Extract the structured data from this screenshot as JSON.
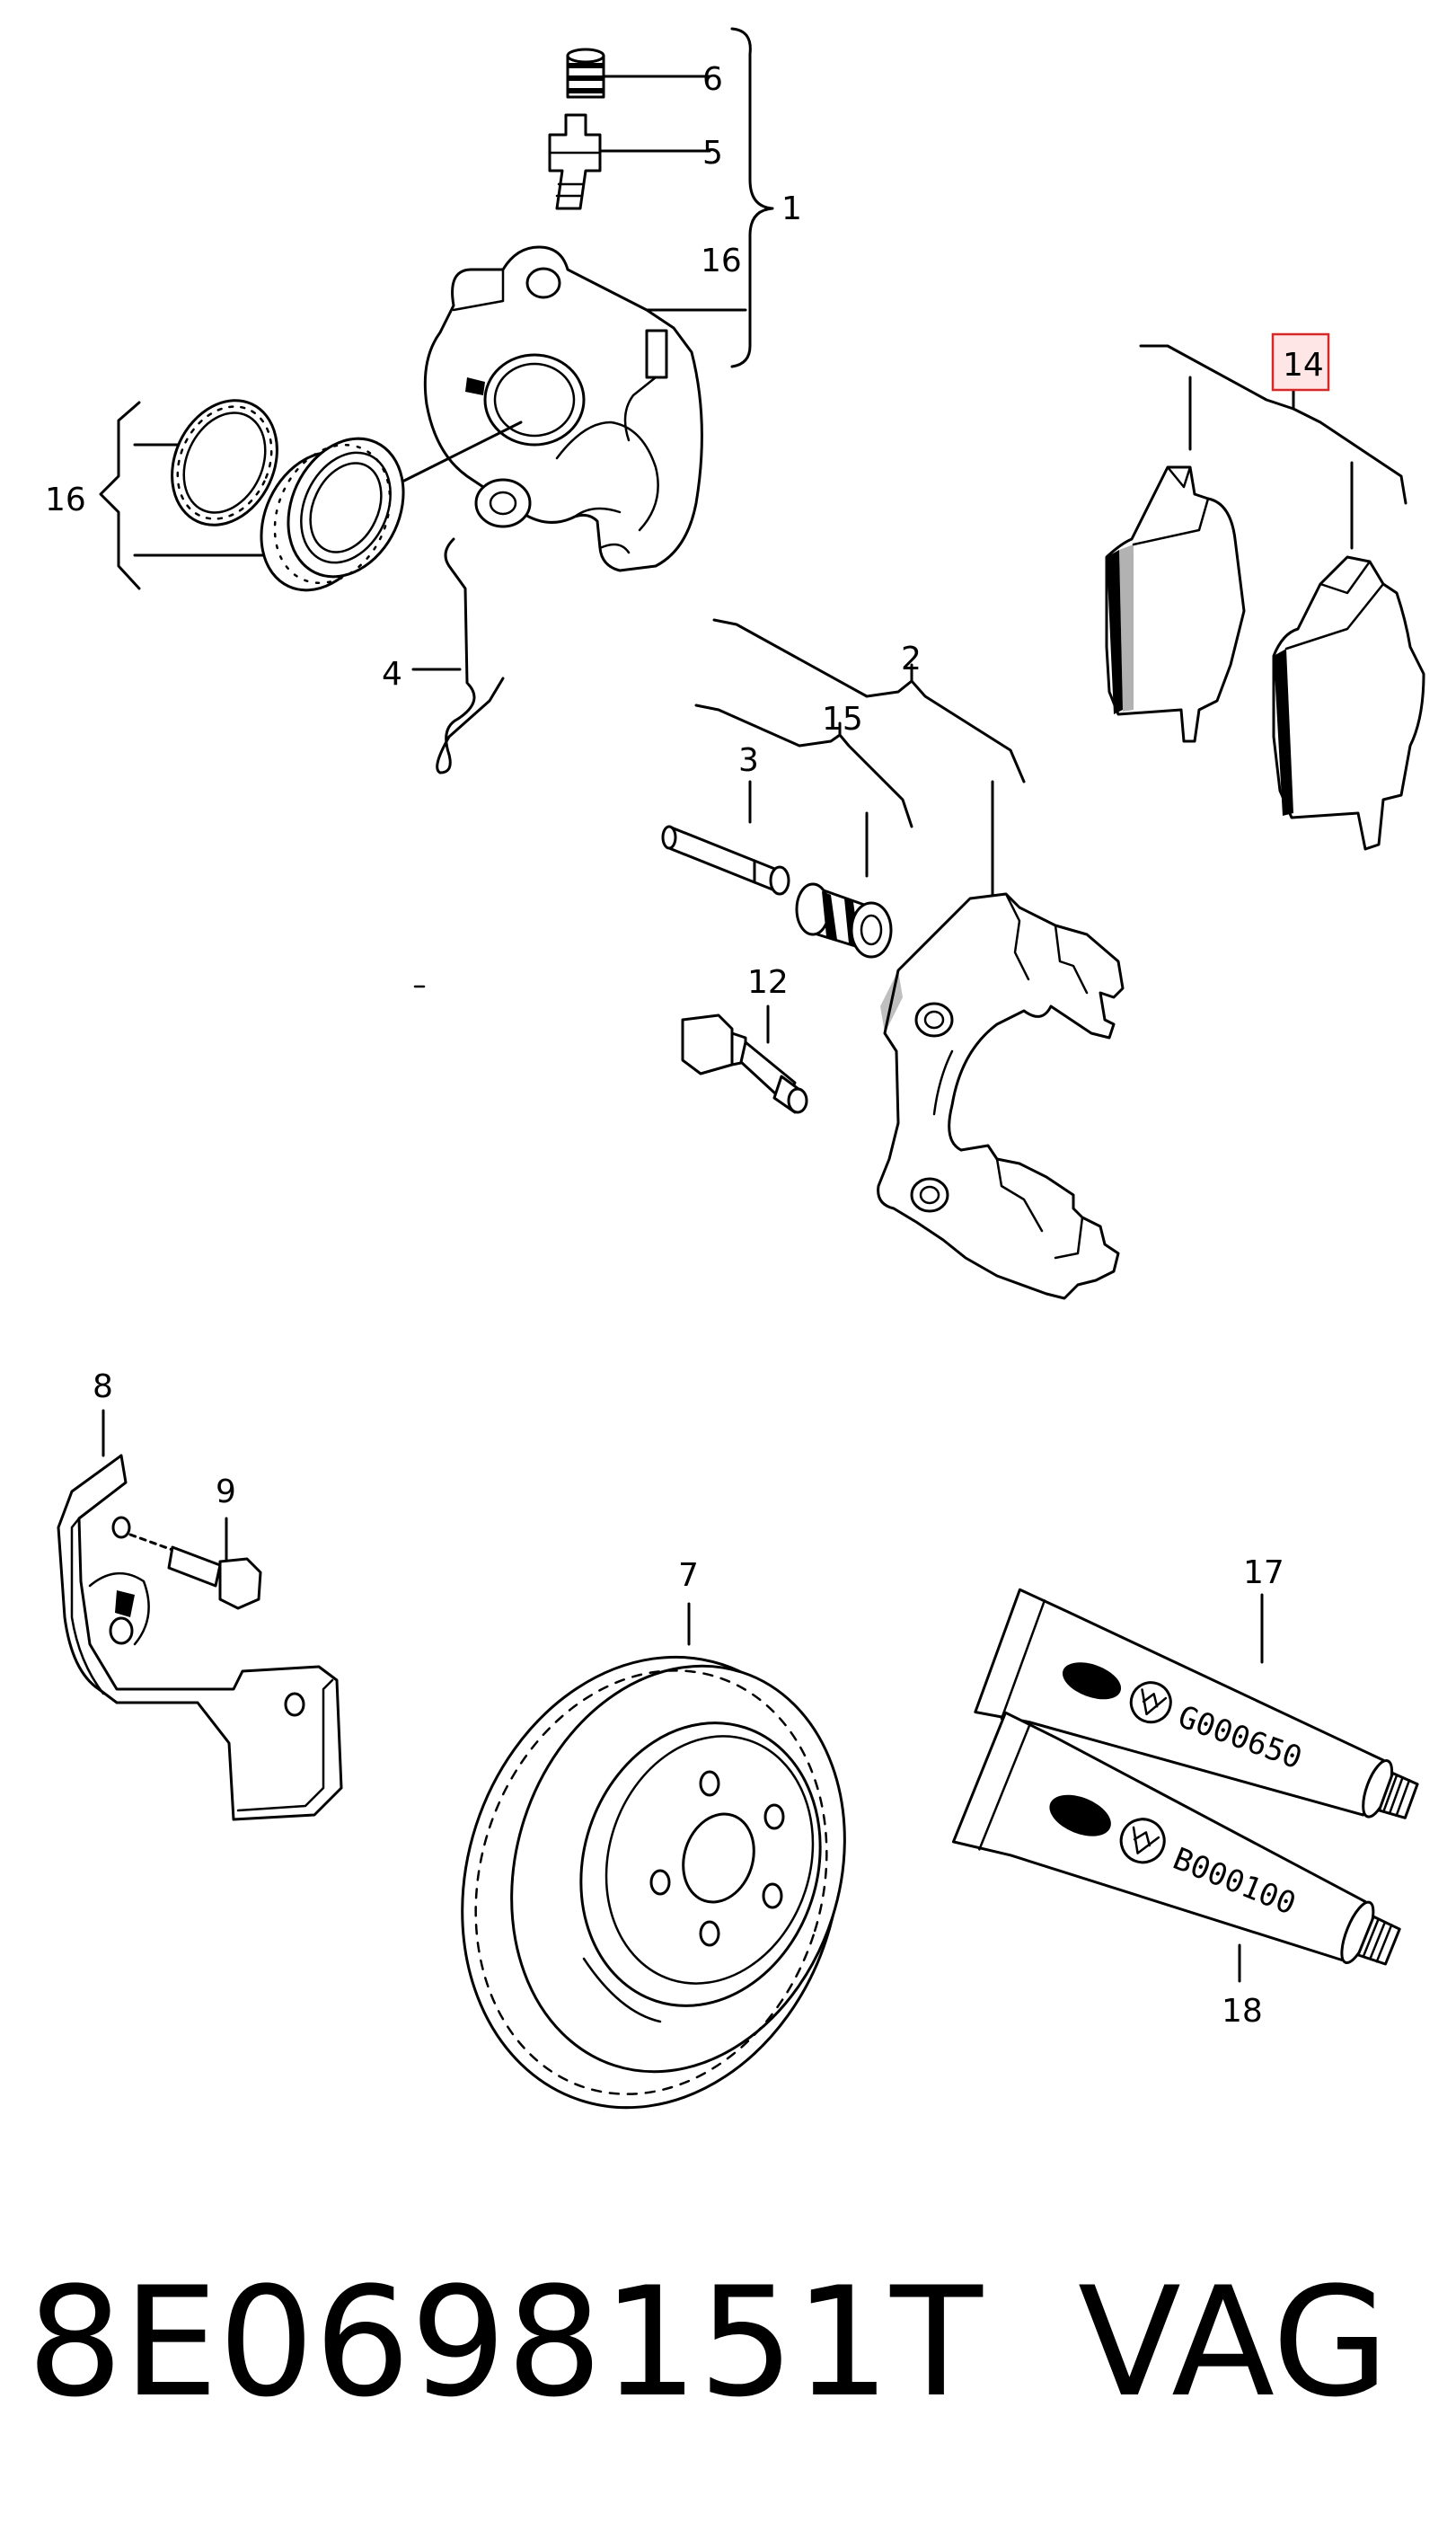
{
  "callouts": {
    "c1": "1",
    "c2": "2",
    "c3": "3",
    "c4": "4",
    "c5": "5",
    "c6": "6",
    "c7": "7",
    "c8": "8",
    "c9": "9",
    "c12": "12",
    "c14": "14",
    "c15": "15",
    "c16a": "16",
    "c16b": "16",
    "c17": "17",
    "c18": "18"
  },
  "highlight_color": "#d62828",
  "tubes": {
    "upper_code": "G000650",
    "lower_code": "B000100"
  },
  "footer": {
    "part_number": "8E0698151T",
    "brand": "VAG"
  }
}
